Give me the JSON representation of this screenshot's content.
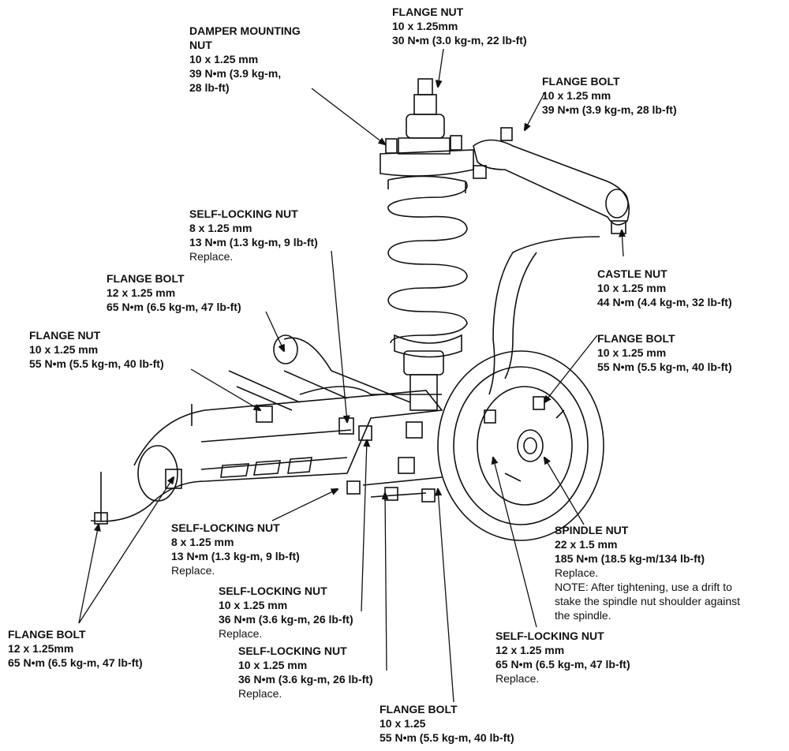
{
  "labels": {
    "damper_mounting_nut": {
      "title": "DAMPER MOUNTING",
      "title2": "NUT",
      "size": "10 x 1.25 mm",
      "torque": "39 N•m (3.9 kg-m,",
      "torque2": "28 lb-ft)"
    },
    "flange_nut_top": {
      "title": "FLANGE NUT",
      "size": "10 x 1.25mm",
      "torque": "30 N•m (3.0 kg-m, 22 lb-ft)"
    },
    "flange_bolt_upper_arm": {
      "title": "FLANGE BOLT",
      "size": "10 x 1.25 mm",
      "torque": "39 N•m (3.9 kg-m, 28 lb-ft)"
    },
    "self_locking_nut_upper": {
      "title": "SELF-LOCKING NUT",
      "size": "8 x 1.25 mm",
      "torque": "13 N•m (1.3 kg-m, 9 lb-ft)",
      "note": "Replace."
    },
    "flange_bolt_12": {
      "title": "FLANGE BOLT",
      "size": "12 x 1.25 mm",
      "torque": "65 N•m (6.5 kg-m, 47 lb-ft)"
    },
    "flange_nut_left": {
      "title": "FLANGE NUT",
      "size": "10 x 1.25 mm",
      "torque": "55 N•m (5.5 kg-m, 40 lb-ft)"
    },
    "castle_nut": {
      "title": "CASTLE NUT",
      "size": "10 x 1.25 mm",
      "torque": "44 N•m (4.4 kg-m, 32 lb-ft)"
    },
    "flange_bolt_hub": {
      "title": "FLANGE BOLT",
      "size": "10 x 1.25 mm",
      "torque": "55 N•m (5.5 kg-m, 40 lb-ft)"
    },
    "self_locking_nut_lower": {
      "title": "SELF-LOCKING NUT",
      "size": "8 x 1.25 mm",
      "torque": "13 N•m (1.3 kg-m, 9 lb-ft)",
      "note": "Replace."
    },
    "spindle_nut": {
      "title": "SPINDLE NUT",
      "size": "22 x 1.5 mm",
      "torque": "185 N•m (18.5 kg-m/134 lb-ft)",
      "note": "Replace.",
      "note2": "NOTE: After tightening, use a drift to",
      "note3": "stake the spindle nut shoulder against",
      "note4": "the spindle."
    },
    "self_locking_nut_10a": {
      "title": "SELF-LOCKING NUT",
      "size": "10 x 1.25 mm",
      "torque": "36 N•m (3.6 kg-m, 26 lb-ft)",
      "note": "Replace."
    },
    "self_locking_nut_10b": {
      "title": "SELF-LOCKING NUT",
      "size": "10 x 1.25 mm",
      "torque": "36 N•m (3.6 kg-m, 26 lb-ft)",
      "note": "Replace."
    },
    "flange_bolt_lower_left": {
      "title": "FLANGE BOLT",
      "size": "12 x 1.25mm",
      "torque": "65 N•m (6.5 kg-m, 47 lb-ft)"
    },
    "self_locking_nut_12": {
      "title": "SELF-LOCKING NUT",
      "size": "12 x 1.25 mm",
      "torque": "65 N•m (6.5 kg-m, 47 lb-ft)",
      "note": "Replace."
    },
    "flange_bolt_bottom": {
      "title": "FLANGE BOLT",
      "size": "10 x 1.25",
      "torque": "55 N•m (5.5 kg-m, 40 lb-ft)"
    }
  }
}
